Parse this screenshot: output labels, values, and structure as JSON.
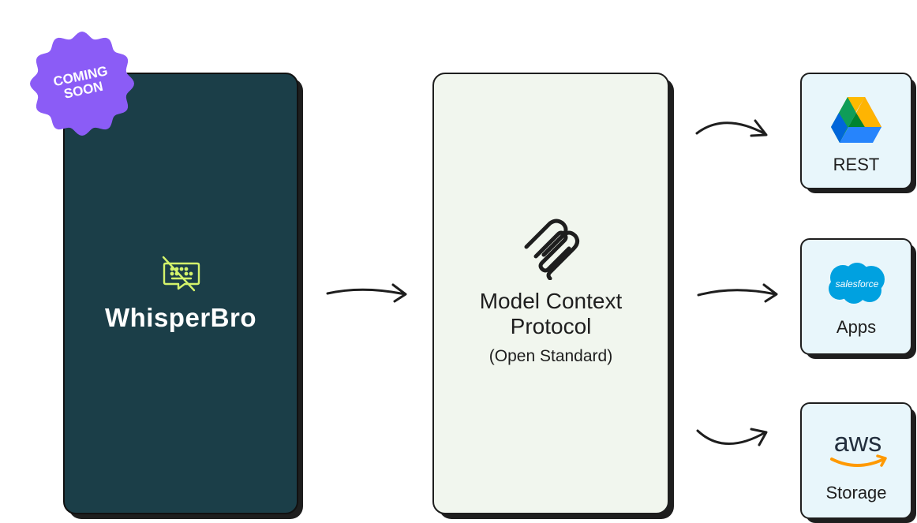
{
  "badge": {
    "line1": "COMING",
    "line2": "SOON",
    "color": "#8b5cf6"
  },
  "whisperbro": {
    "title": "WhisperBro",
    "icon": "keyboard-off-icon",
    "bg": "#1b3e48",
    "accent": "#d4f36b"
  },
  "mcp": {
    "title_line1": "Model Context",
    "title_line2": "Protocol",
    "subtitle": "(Open Standard)",
    "icon": "mcp-logo-icon",
    "bg": "#f1f6ee"
  },
  "services": [
    {
      "label": "REST",
      "icon": "google-drive-icon"
    },
    {
      "label": "Apps",
      "icon": "salesforce-icon",
      "logo_text": "salesforce"
    },
    {
      "label": "Storage",
      "icon": "aws-icon",
      "logo_text": "aws"
    }
  ],
  "colors": {
    "service_bg": "#e8f6fb",
    "outline": "#1e1e1e"
  }
}
